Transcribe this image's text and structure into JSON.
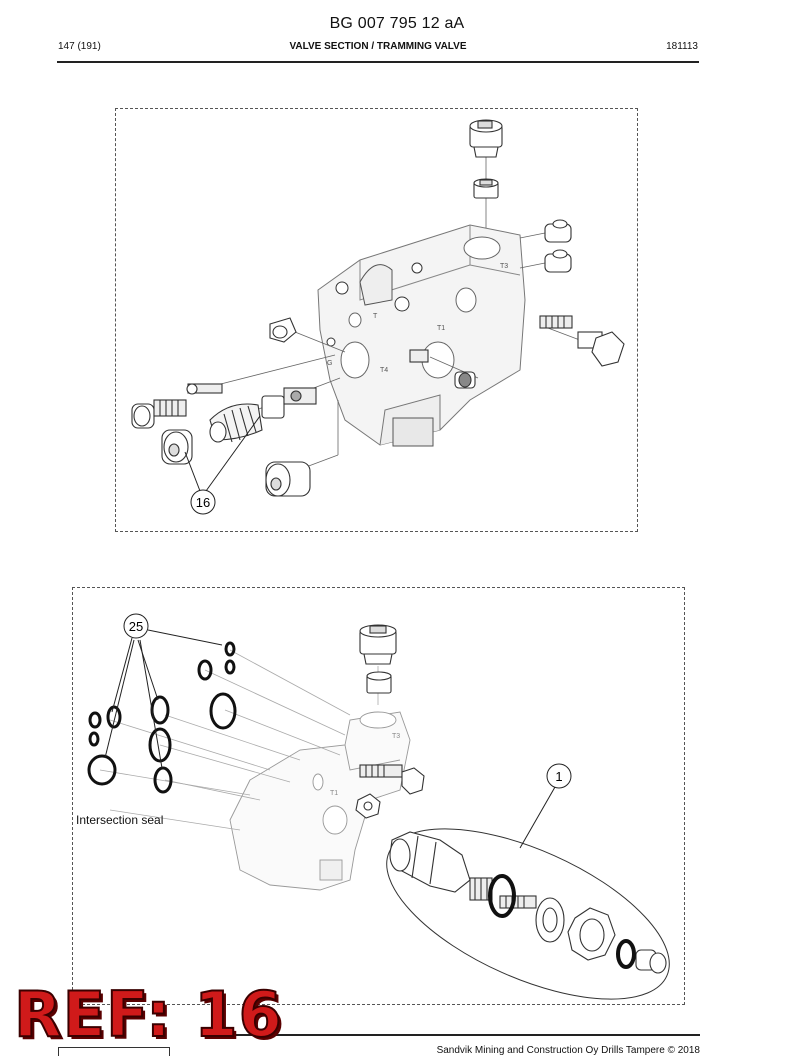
{
  "header": {
    "document_id": "BG 007 795 12 aA",
    "page": "147 (191)",
    "section_title": "VALVE SECTION / TRAMMING VALVE",
    "date_code": "181113"
  },
  "figure_1": {
    "callouts": [
      "16"
    ],
    "port_marks": [
      "T3",
      "T",
      "T1",
      "T4",
      "G"
    ]
  },
  "figure_2": {
    "callouts": [
      "25",
      "1"
    ],
    "label": "Intersection seal",
    "port_marks": [
      "T3",
      "T1"
    ]
  },
  "overlay": {
    "ref_stamp": "REF: 16"
  },
  "footer": {
    "copyright": "Sandvik Mining and Construction Oy Drills Tampere © 2018"
  }
}
